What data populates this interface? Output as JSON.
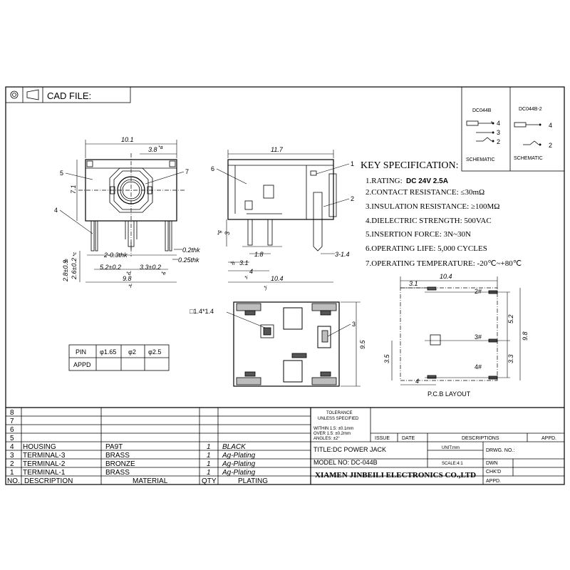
{
  "header": {
    "cad_label": "CAD FILE:"
  },
  "schematics": {
    "left": {
      "title": "DC044B",
      "pins": [
        "4",
        "3",
        "2"
      ],
      "caption": "SCHEMATIC"
    },
    "right": {
      "title": "DC044B-2",
      "pins": [
        "4",
        "2"
      ],
      "caption": "SCHEMATIC"
    }
  },
  "key_spec": {
    "title": "KEY SPECIFICATION:",
    "rating_prefix": "1.RATING: ",
    "rating_value": "DC 24V  2.5A",
    "items": [
      "2.CONTACT RESISTANCE: ≤30mΩ",
      "3.INSULATION RESISTANCE: ≥100MΩ",
      "4.DIELECTRIC STRENGTH: 500VAC",
      "5.INSERTION FORCE: 3N~30N",
      "6.OPERATING LIFE: 5,000 CYCLES",
      "7.OPERATING TEMPERATURE: -20℃~+80℃"
    ]
  },
  "front_view": {
    "dims": {
      "width_total": "10.1",
      "width_a": "3.8",
      "a_tag": "*a",
      "height": "7.1",
      "b_tag": "*b",
      "c_tag": "*c",
      "b_val": "2.8±0.3",
      "c_val": "2.6±0.2",
      "pin_spacing": "2-0.3thk",
      "thk1": "0.2thk",
      "thk2": "0.25thk",
      "d_val": "5.2±0.2",
      "d_tag": "*d",
      "e_val": "3.3±0.2",
      "e_tag": "*e",
      "f_val": "9.8",
      "f_tag": "*f"
    },
    "callouts": [
      "5",
      "7",
      "4"
    ]
  },
  "side_view": {
    "dims": {
      "length": "11.7",
      "g_tag": "*g",
      "g_val": "3",
      "h_tag": "*h",
      "h_val": "3.1",
      "i_tag": "*i",
      "i_val": "4",
      "k_val": "1.8",
      "pin_len": "3-1.4",
      "j_val": "10.4",
      "j_tag": "*j"
    },
    "callouts": [
      "6",
      "1",
      "2"
    ]
  },
  "bottom_view": {
    "square": "□1.4*1.4",
    "height": "9.5",
    "callout": "3"
  },
  "pcb_layout": {
    "title": "P.C.B LAYOUT",
    "dims": {
      "width": "10.4",
      "left": "3.1",
      "h1": "5.2",
      "h2": "9.8",
      "h3": "3.3",
      "h4": "3.5",
      "bottom": "4"
    },
    "pins": [
      "2#",
      "3#",
      "4#"
    ]
  },
  "pin_table": {
    "headers": [
      "PIN",
      "φ1.65",
      "φ2",
      "φ2.5"
    ],
    "row2": [
      "APPD",
      "",
      "",
      ""
    ]
  },
  "bom": {
    "row_numbers_empty": [
      "8",
      "7",
      "6",
      "5"
    ],
    "rows": [
      {
        "no": "4",
        "desc": "HOUSING",
        "material": "PA9T",
        "qty": "1",
        "plating": "BLACK"
      },
      {
        "no": "3",
        "desc": "TERMINAL-3",
        "material": "BRASS",
        "qty": "1",
        "plating": "Ag-Plating"
      },
      {
        "no": "2",
        "desc": "TERMINAL-2",
        "material": "BRONZE",
        "qty": "1",
        "plating": "Ag-Plating"
      },
      {
        "no": "1",
        "desc": "TERMINAL-1",
        "material": "BRASS",
        "qty": "1",
        "plating": "Ag-Plating"
      }
    ],
    "headers": {
      "no": "NO.",
      "desc": "DESCRIPTION",
      "material": "MATERIAL",
      "qty": "QTY",
      "plating": "PLATING"
    }
  },
  "title_block": {
    "tolerance_title": "TOLERANCE",
    "tolerance_sub": "UNLESS SPECIFIED",
    "tol1": "WITHIN 1.5: ±0.1mm",
    "tol2": "OVER 1.5: ±0.2mm",
    "tol3": "ANGLES: ±2°",
    "issue": "ISSUE",
    "date": "DATE",
    "descriptions": "DESCRIPTIONS",
    "appd": "APPD.",
    "title": "TITLE:DC POWER JACK",
    "unit": "UNIT:mm",
    "drwg": "DRWG. NO.:",
    "model": "MODEL NO: DC-044B",
    "scale": "SCALE:4:1",
    "dwn": "DWN",
    "chkd": "CHK'D",
    "company": "XIAMEN JINBEILI ELECTRONICS CO.,LTD",
    "appd2": "APPD."
  }
}
